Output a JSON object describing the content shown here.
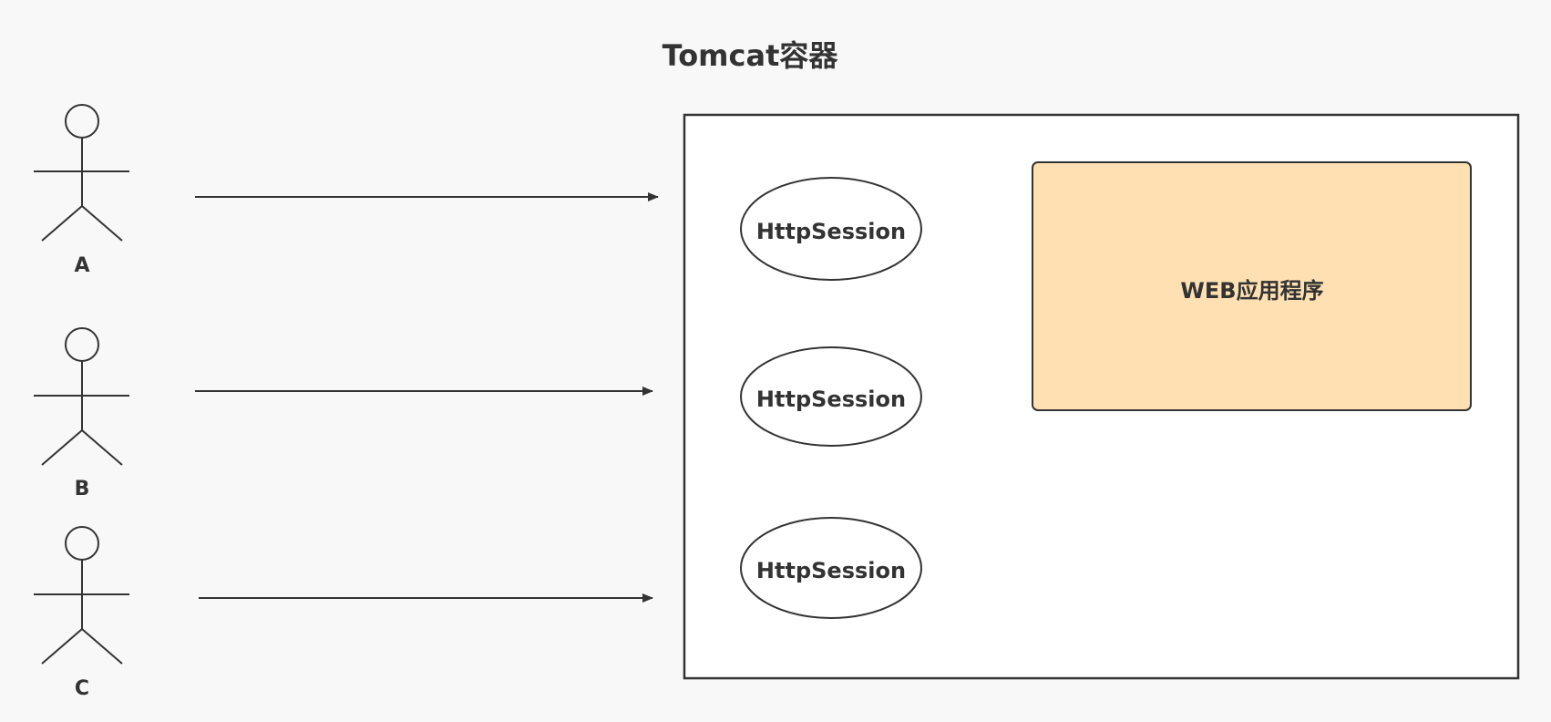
{
  "diagram": {
    "title": "Tomcat容器",
    "actors": [
      {
        "label": "A"
      },
      {
        "label": "B"
      },
      {
        "label": "C"
      }
    ],
    "sessions": [
      {
        "label": "HttpSession"
      },
      {
        "label": "HttpSession"
      },
      {
        "label": "HttpSession"
      }
    ],
    "web_app": {
      "label": "WEB应用程序"
    },
    "colors": {
      "background": "#f8f8f8",
      "stroke": "#333333",
      "container_fill": "#ffffff",
      "web_app_fill": "#ffe0b2"
    }
  }
}
